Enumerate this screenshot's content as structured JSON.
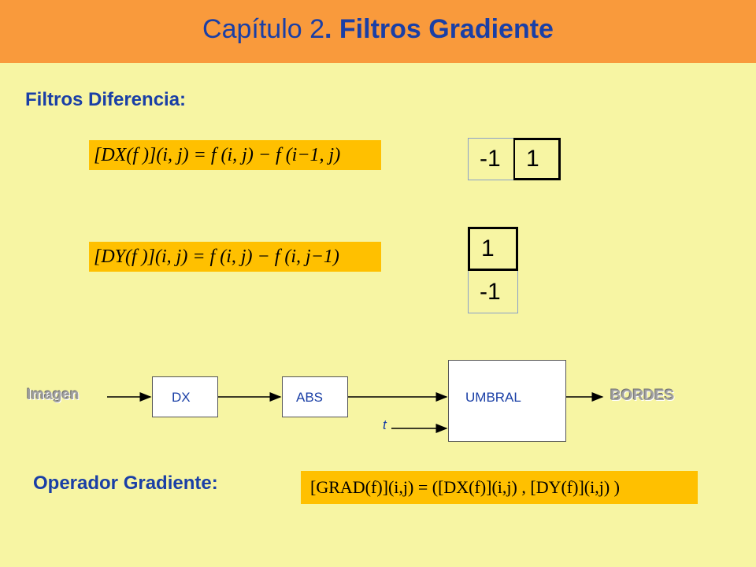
{
  "header": {
    "title_prefix": "Capítulo 2",
    "title_bold": ". Filtros Gradiente",
    "bg_color": "#f99a3c",
    "text_color": "#1a3fa6"
  },
  "section_title": "Filtros Diferencia:",
  "formulas": {
    "dx": "[DX(f )](i, j) = f (i, j) − f (i−1, j)",
    "dy": "[DY(f )](i, j) = f (i, j) − f (i, j−1)"
  },
  "kernels": {
    "dx": [
      "-1",
      "1"
    ],
    "dy": [
      "1",
      "-1"
    ]
  },
  "diagram": {
    "input_label": "Imagen",
    "dx_label": "DX",
    "abs_label": "ABS",
    "umbral_label": "UMBRAL",
    "threshold_label": "t",
    "output_label": "BORDES"
  },
  "gradient": {
    "label": "Operador Gradiente:",
    "formula": "[GRAD(f)](i,j) = ([DX(f)](i,j) , [DY(f)](i,j) )"
  },
  "colors": {
    "background": "#f7f5a3",
    "formula_bg": "#ffc000",
    "heading": "#1a3fa6"
  }
}
